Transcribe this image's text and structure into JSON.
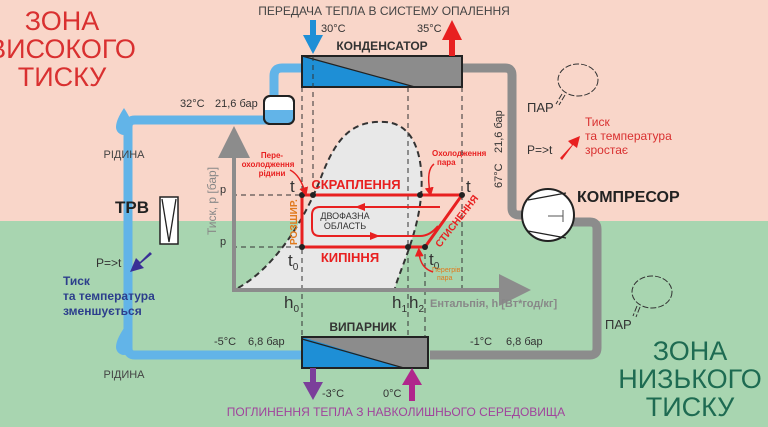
{
  "colors": {
    "high_zone_bg": "#f9d6c9",
    "low_zone_bg": "#a8d5b0",
    "liquid_blue": "#62b4e8",
    "liquid_dark_blue": "#1e8fd6",
    "vapor_grey": "#8c8c8c",
    "cycle_red": "#e82020",
    "high_zone_text": "#d93030",
    "low_zone_text": "#1e6b52",
    "decrease_text": "#2c3e8c",
    "decrease_arrow": "#3a2f96",
    "absorb_text": "#a0449c",
    "absorb_arrow_out": "#7b3f9a",
    "absorb_arrow_in": "#b0268c",
    "supply_arrow": "#1e8fd6",
    "return_arrow": "#e82020",
    "orange_label": "#e07a1e"
  },
  "zones": {
    "high": [
      "ЗОНА",
      "ВИСОКОГО",
      "ТИСКУ"
    ],
    "low": [
      "ЗОНА",
      "НИЗЬКОГО",
      "ТИСКУ"
    ]
  },
  "condenser": {
    "label": "КОНДЕНСАТОР",
    "heat_transfer_caption": "ПЕРЕДАЧА ТЕПЛА В СИСТЕМУ ОПАЛЕННЯ",
    "water_in_temp": "30°C",
    "water_out_temp": "35°C"
  },
  "evaporator": {
    "label": "ВИПАРНИК",
    "heat_absorb_caption": "ПОГЛИНЕННЯ ТЕПЛА З НАВКОЛИШНЬОГО СЕРЕДОВИЩА",
    "source_out_temp": "-3°C",
    "source_in_temp": "0°C"
  },
  "compressor": {
    "label": "КОМПРЕСОР"
  },
  "expansion_valve": {
    "label": "ТРВ"
  },
  "pipe_labels": {
    "condenser_out": {
      "temp": "32°C",
      "pressure": "21,6 бар"
    },
    "compressor_out": {
      "temp": "67°C",
      "pressure": "21,6 бар"
    },
    "evaporator_in": {
      "temp": "-5°C",
      "pressure": "6,8 бар"
    },
    "evaporator_out": {
      "temp": "-1°C",
      "pressure": "6,8 бар"
    }
  },
  "phase_labels": {
    "liquid_top": "РІДИНА",
    "liquid_bottom": "РІДИНА",
    "vapor_top": "ПАР",
    "vapor_bottom": "ПАР"
  },
  "notes": {
    "increase": {
      "formula": "P=>t",
      "lines": [
        "Тиск",
        "та температура",
        "зростає"
      ]
    },
    "decrease": {
      "formula": "P=>t",
      "lines": [
        "Тиск",
        "та температура",
        "зменшується"
      ]
    }
  },
  "ph_diagram": {
    "y_axis_label": "Тиск, p [бар]",
    "x_axis_label": "Ентальпія, h [Вт*год/кг]",
    "p_high": "p",
    "p_low": "p",
    "t_high_left": "t",
    "t_high_right": "t",
    "t_low_left": "t",
    "t_low_right": "t",
    "subscript_0": "0",
    "h0": "h",
    "h1": "h",
    "h2": "h",
    "h_sub_0": "0",
    "h_sub_1": "1",
    "h_sub_2": "2",
    "condensation": "СКРАПЛЕННЯ",
    "boiling": "КИПІННЯ",
    "expansion": "РОЗШИР.",
    "compression": "СТИСНЕННЯ",
    "two_phase": [
      "ДВОФАЗНА",
      "ОБЛАСТЬ"
    ],
    "subcooling": [
      "Пере-",
      "охолодження",
      "рідини"
    ],
    "desuperheating": [
      "Охолодження",
      "пара"
    ],
    "superheating": [
      "Перегрів",
      "пара"
    ]
  }
}
